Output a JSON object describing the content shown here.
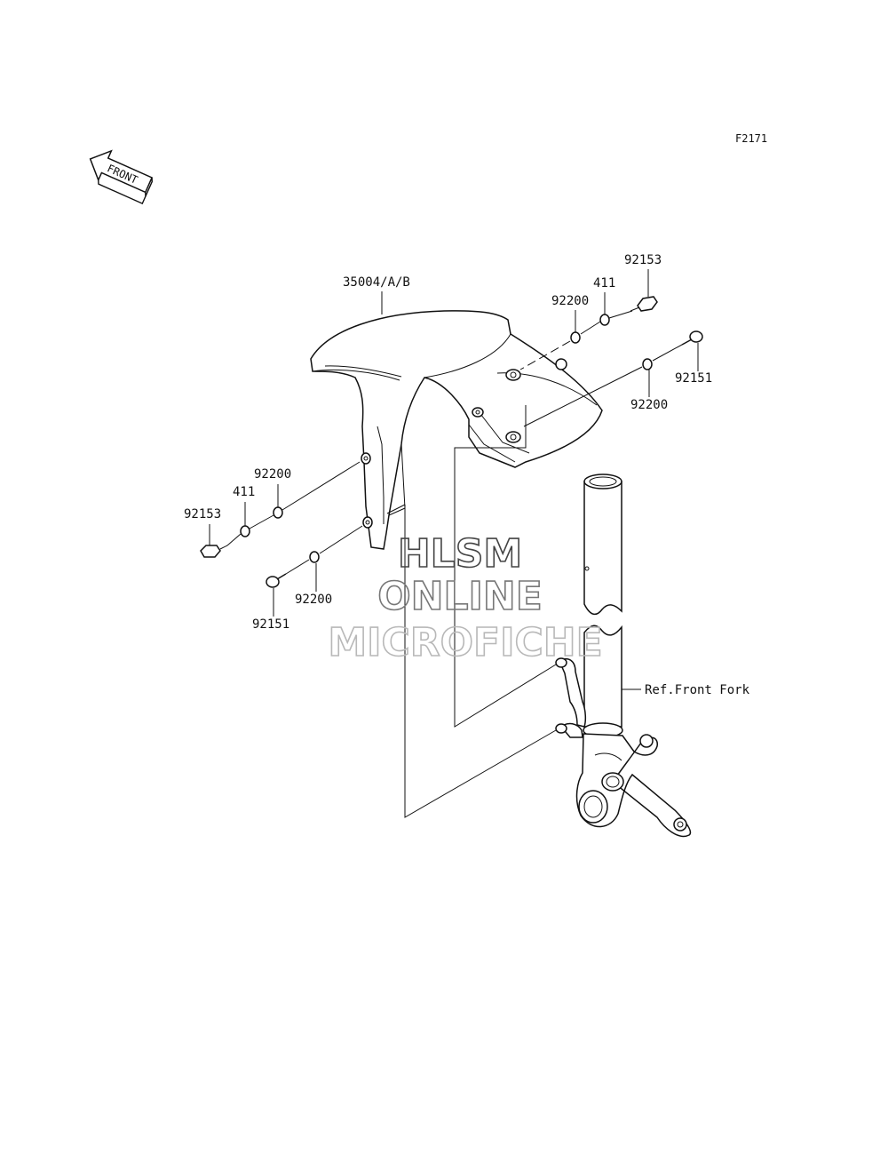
{
  "figure_code": "F2171",
  "front_arrow_label": "FRONT",
  "watermark": {
    "line1": "HLSM",
    "line2": "ONLINE",
    "line3": "MICROFICHE",
    "color": "#8a8a8a"
  },
  "callouts": {
    "fender": "35004/A/B",
    "bolt_top_right": "92153",
    "washer_411_top_right": "411",
    "washer_92200_top_right": "92200",
    "screw_right": "92151",
    "washer_92200_right": "92200",
    "washer_92200_left_top": "92200",
    "washer_411_left": "411",
    "bolt_left": "92153",
    "washer_92200_left_bottom": "92200",
    "screw_left": "92151",
    "ref_front_fork": "Ref.Front Fork"
  }
}
